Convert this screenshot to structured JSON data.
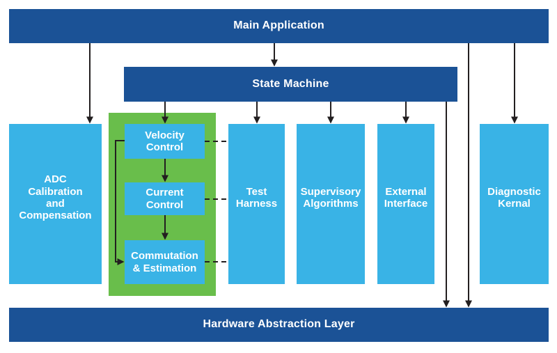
{
  "diagram_title": "Software architecture block diagram",
  "colors": {
    "dark_blue": "#1B5296",
    "light_blue": "#39B3E6",
    "green": "#69BE4B",
    "arrow": "#231F20",
    "background": "#FFFFFF",
    "text": "#FFFFFF"
  },
  "blocks": {
    "main_application": {
      "label": "Main Application"
    },
    "state_machine": {
      "label": "State Machine"
    },
    "adc_calibration": {
      "label": "ADC\nCalibration\nand\nCompensation"
    },
    "velocity_control": {
      "label": "Velocity\nControl"
    },
    "current_control": {
      "label": "Current\nControl"
    },
    "commutation_estimation": {
      "label": "Commutation\n& Estimation"
    },
    "test_harness": {
      "label": "Test\nHarness"
    },
    "supervisory_algorithms": {
      "label": "Supervisory\nAlgorithms"
    },
    "external_interface": {
      "label": "External\nInterface"
    },
    "diagnostic_kernal": {
      "label": "Diagnostic\nKernal"
    },
    "hardware_abstraction_layer": {
      "label": "Hardware Abstraction Layer"
    }
  },
  "connections": [
    {
      "from": "main_application",
      "to": "adc_calibration",
      "style": "solid-arrow"
    },
    {
      "from": "main_application",
      "to": "state_machine",
      "style": "solid-arrow"
    },
    {
      "from": "main_application",
      "to": "diagnostic_kernal",
      "style": "solid-arrow"
    },
    {
      "from": "main_application",
      "to": "hardware_abstraction_layer",
      "style": "solid-arrow"
    },
    {
      "from": "state_machine",
      "to": "velocity_control",
      "style": "solid-arrow"
    },
    {
      "from": "state_machine",
      "to": "test_harness",
      "style": "solid-arrow"
    },
    {
      "from": "state_machine",
      "to": "supervisory_algorithms",
      "style": "solid-arrow"
    },
    {
      "from": "state_machine",
      "to": "external_interface",
      "style": "solid-arrow"
    },
    {
      "from": "state_machine",
      "to": "hardware_abstraction_layer",
      "style": "solid-arrow"
    },
    {
      "from": "velocity_control",
      "to": "current_control",
      "style": "solid-arrow"
    },
    {
      "from": "current_control",
      "to": "commutation_estimation",
      "style": "solid-arrow"
    },
    {
      "from": "velocity_control",
      "to": "commutation_estimation",
      "style": "solid-arrow-feedback-left"
    },
    {
      "from": "velocity_control",
      "to": "test_harness",
      "style": "dashed"
    },
    {
      "from": "current_control",
      "to": "test_harness",
      "style": "dashed"
    },
    {
      "from": "commutation_estimation",
      "to": "test_harness",
      "style": "dashed"
    }
  ]
}
